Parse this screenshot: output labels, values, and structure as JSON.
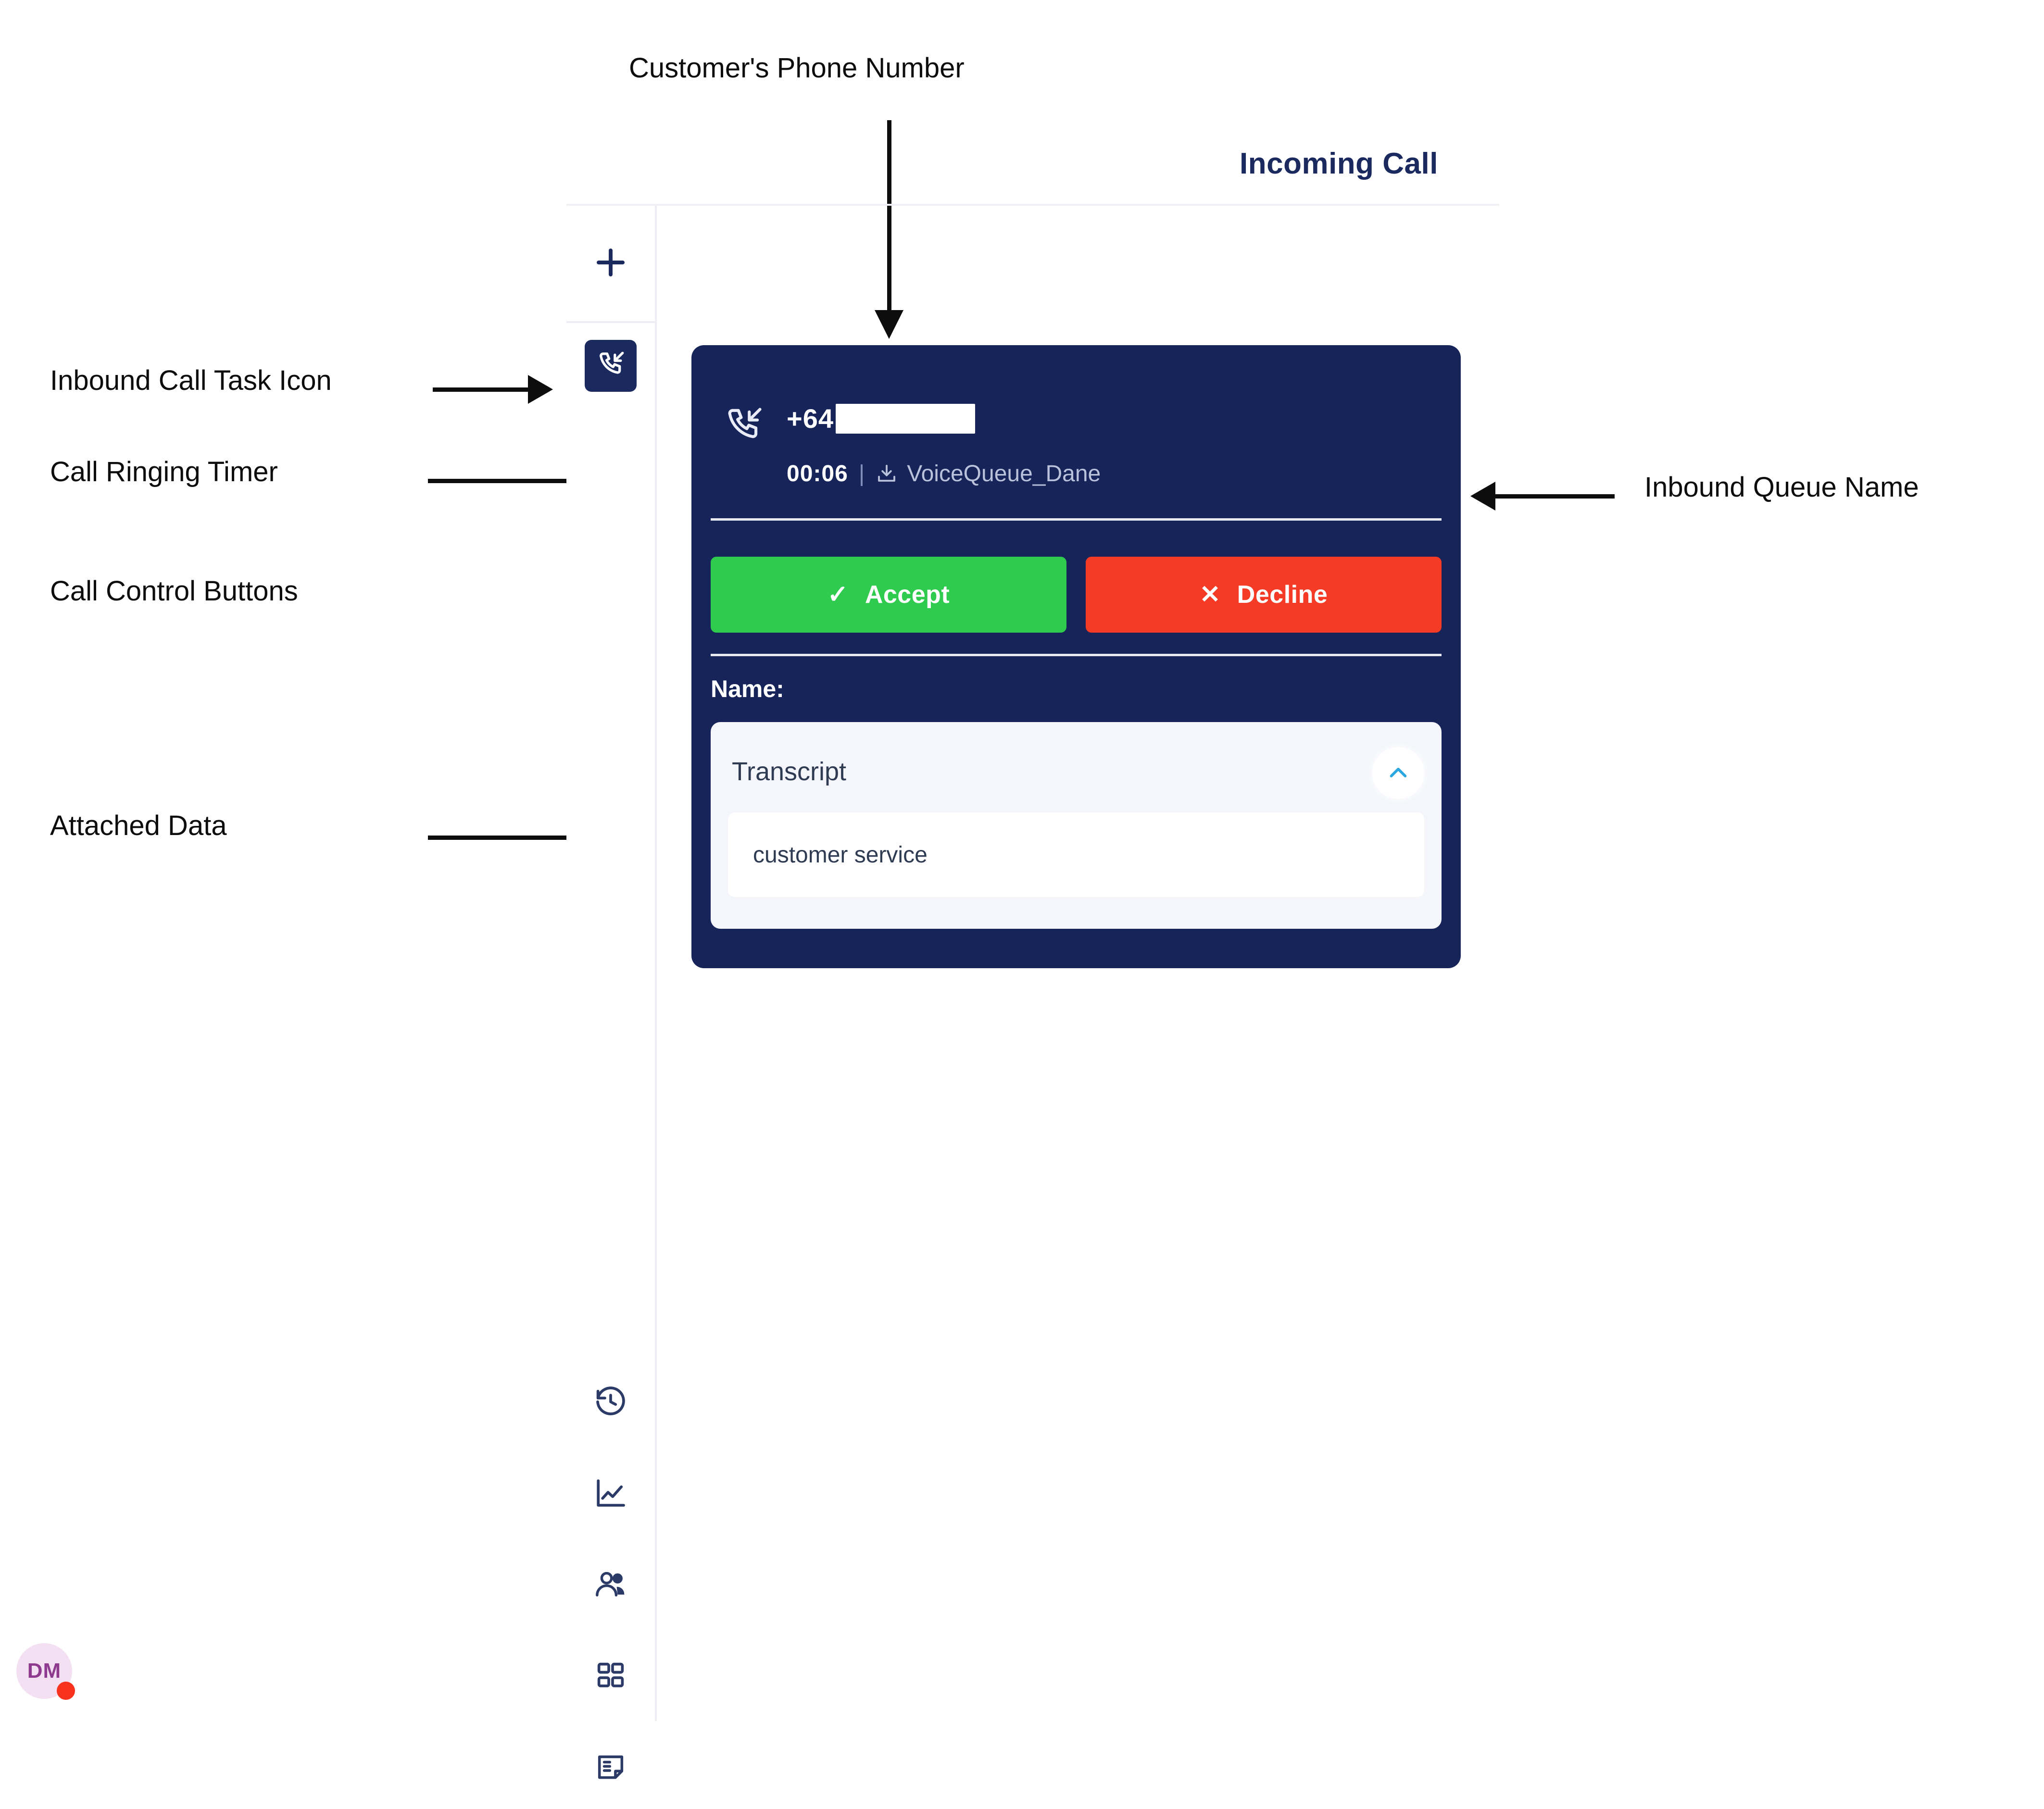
{
  "app": {
    "title": "Incoming Call"
  },
  "sidebar": {
    "add_button": {
      "icon": "plus-icon",
      "label": "+"
    },
    "task": {
      "icon": "inbound-call-icon"
    },
    "nav": [
      {
        "name": "history",
        "icon": "history-clock-icon"
      },
      {
        "name": "analytics",
        "icon": "line-chart-icon"
      },
      {
        "name": "contacts",
        "icon": "people-icon"
      },
      {
        "name": "apps",
        "icon": "grid-apps-icon"
      },
      {
        "name": "notes",
        "icon": "sticky-note-icon"
      }
    ],
    "avatar": {
      "initials": "DM",
      "status": "busy",
      "status_color": "#f8321d"
    }
  },
  "call_card": {
    "direction_icon": "inbound-call-icon",
    "phone_number": "+64",
    "phone_number_redacted": true,
    "timer": "00:06",
    "separator": "|",
    "queue_icon": "download-inbox-icon",
    "queue_name": "VoiceQueue_Dane",
    "accept": {
      "label": "Accept",
      "glyph": "✓",
      "color": "#2ecb4f"
    },
    "decline": {
      "label": "Decline",
      "glyph": "✕",
      "color": "#f53a25"
    },
    "attached_data": {
      "name_label": "Name:",
      "name_value": "",
      "transcript": {
        "title": "Transcript",
        "toggle_icon": "chevron-up-icon",
        "toggle_color": "#2ba7e0",
        "value": "customer service"
      }
    }
  },
  "annotations": [
    {
      "id": "phone-number",
      "text": "Customer's Phone Number"
    },
    {
      "id": "task-icon",
      "text": "Inbound Call Task Icon"
    },
    {
      "id": "ringing-timer",
      "text": "Call Ringing Timer"
    },
    {
      "id": "call-controls",
      "text": "Call Control Buttons"
    },
    {
      "id": "attached-data",
      "text": "Attached Data"
    },
    {
      "id": "queue-name",
      "text": "Inbound Queue Name"
    }
  ],
  "colors": {
    "card_background": "#17245a",
    "brand_navy": "#1b2a5e",
    "accept_green": "#2ecb4f",
    "decline_red": "#f53a25",
    "accent_blue": "#2ba7e0"
  }
}
